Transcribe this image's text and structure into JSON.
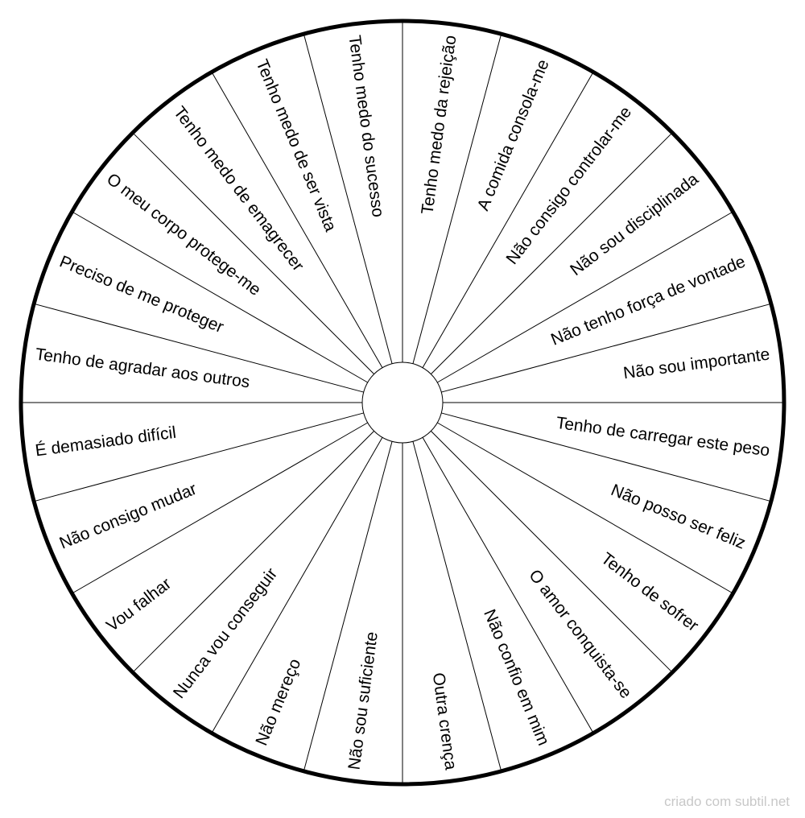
{
  "segments": [
    {
      "label": "Tenho medo da rejeição"
    },
    {
      "label": "A comida consola-me"
    },
    {
      "label": "Não consigo controlar-me"
    },
    {
      "label": "Não sou disciplinada"
    },
    {
      "label": "Não tenho força de vontade"
    },
    {
      "label": "Não sou importante"
    },
    {
      "label": "Tenho de carregar este peso"
    },
    {
      "label": "Não posso ser feliz"
    },
    {
      "label": "Tenho de sofrer"
    },
    {
      "label": "O amor conquista-se"
    },
    {
      "label": "Não confio em mim"
    },
    {
      "label": "Outra crença"
    },
    {
      "label": "Não sou suficiente"
    },
    {
      "label": "Não mereço"
    },
    {
      "label": "Nunca vou conseguir"
    },
    {
      "label": "Vou falhar"
    },
    {
      "label": "Não consigo mudar"
    },
    {
      "label": "É demasiado difícil"
    },
    {
      "label": "Tenho de agradar aos outros"
    },
    {
      "label": "Preciso de me proteger"
    },
    {
      "label": "O meu corpo protege-me"
    },
    {
      "label": "Tenho medo de emagrecer"
    },
    {
      "label": "Tenho medo de ser vista"
    },
    {
      "label": "Tenho medo do sucesso"
    }
  ],
  "footer": {
    "credit": "criado com subtil.net"
  },
  "colors": {
    "line": "#000000",
    "credit": "#c8c8c8"
  }
}
